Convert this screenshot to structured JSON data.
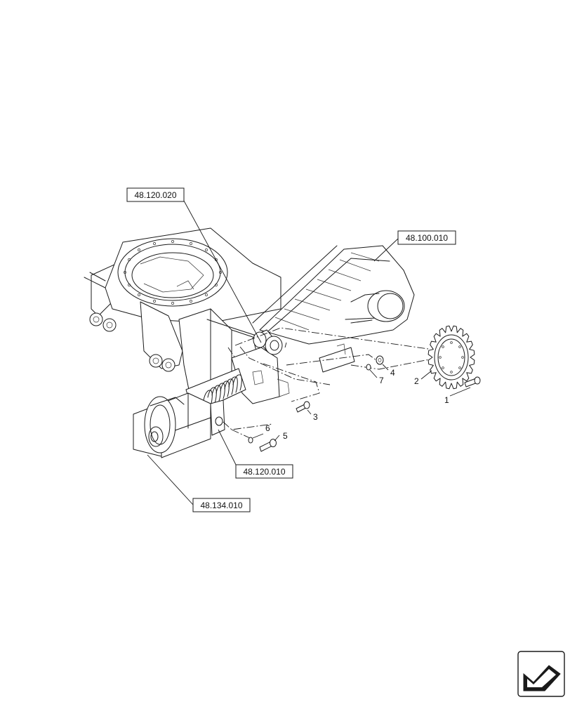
{
  "references": {
    "ref_48_120_020": "48.120.020",
    "ref_48_100_010": "48.100.010",
    "ref_48_120_010": "48.120.010",
    "ref_48_134_010": "48.134.010"
  },
  "items": [
    "1",
    "2",
    "3",
    "4",
    "5",
    "6",
    "7"
  ],
  "icons": {
    "nav_arrow": "arrow-icon"
  },
  "colors": {
    "line": "#1a1a1a",
    "background": "#ffffff"
  }
}
